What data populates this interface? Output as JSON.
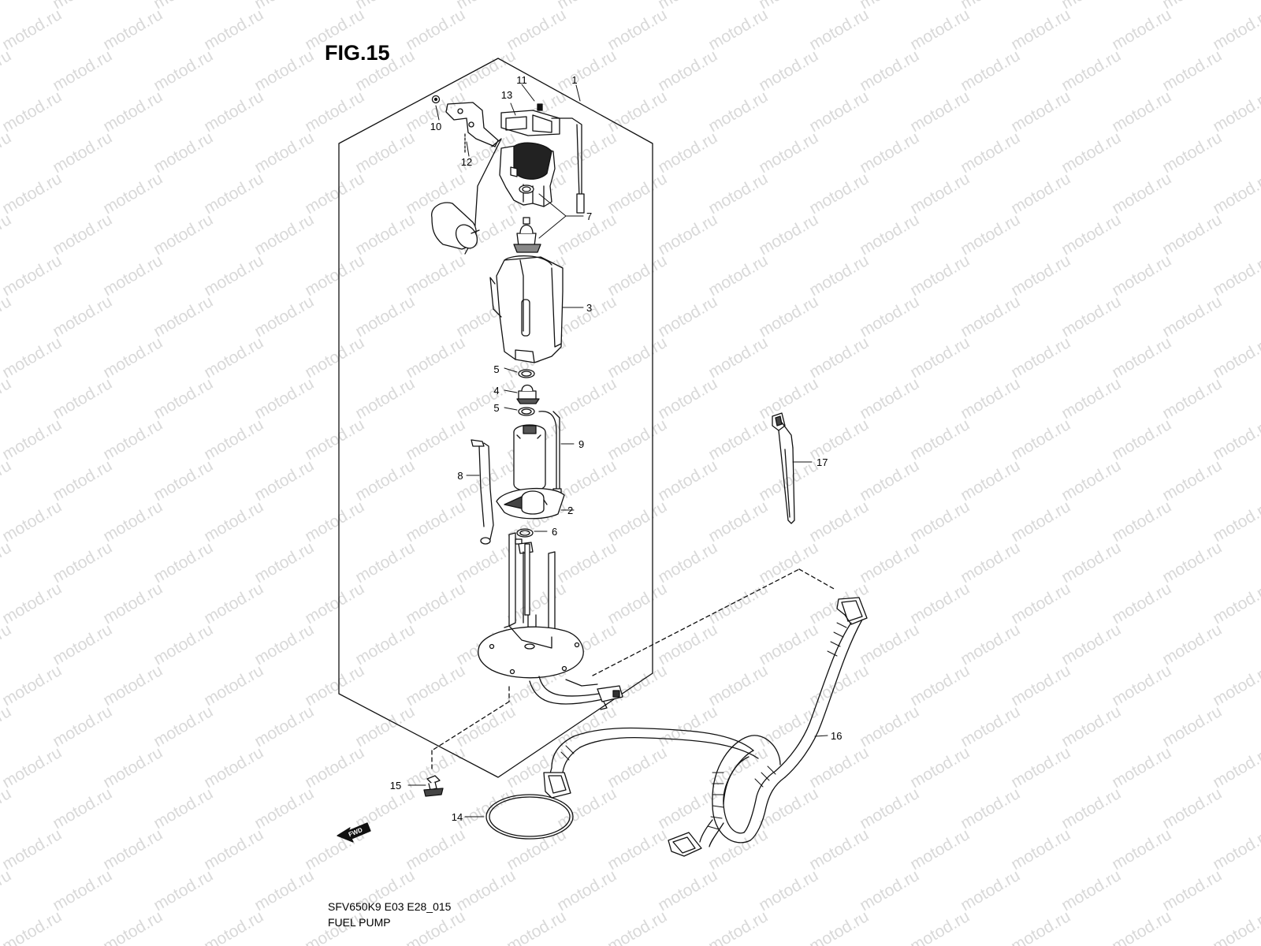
{
  "figure": {
    "title": "FIG.15",
    "model_code": "SFV650K9 E03 E28_015",
    "caption": "FUEL PUMP"
  },
  "watermark": {
    "text": "motod.ru",
    "color": "#d9d9d9"
  },
  "fwd_label": "FWD",
  "callouts": [
    "1",
    "2",
    "3",
    "4",
    "5",
    "5",
    "6",
    "7",
    "8",
    "9",
    "10",
    "11",
    "12",
    "13",
    "14",
    "15",
    "16",
    "17"
  ],
  "colors": {
    "line": "#111111",
    "background": "#ffffff"
  }
}
